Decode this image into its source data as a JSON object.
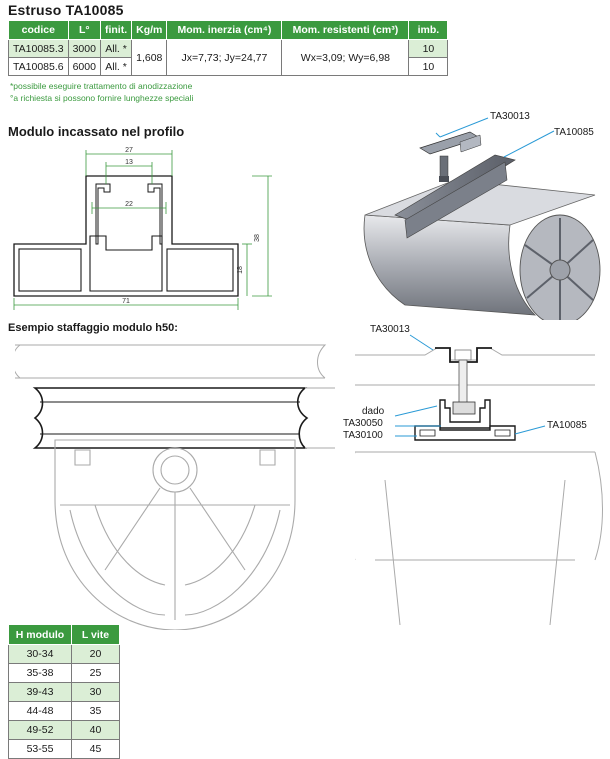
{
  "title": "Estruso TA10085",
  "spec_table": {
    "headers": [
      "codice",
      "L°",
      "finit.",
      "Kg/m",
      "Mom. inerzia (cm⁴)",
      "Mom. resistenti (cm³)",
      "imb."
    ],
    "rows": [
      {
        "codice": "TA10085.3",
        "L": "3000",
        "finit": "All. *",
        "imb": "10"
      },
      {
        "codice": "TA10085.6",
        "L": "6000",
        "finit": "All. *",
        "imb": "10"
      }
    ],
    "kgm": "1,608",
    "inerzia": "Jx=7,73; Jy=24,77",
    "resistenti": "Wx=3,09; Wy=6,98"
  },
  "notes": [
    "*possibile eseguire trattamento di anodizzazione",
    "°a richiesta si possono fornire lunghezze speciali"
  ],
  "section1_title": "Modulo incassato nel profilo",
  "section2_title": "Esempio staffaggio modulo h50:",
  "dimensions": {
    "d27": "27",
    "d13": "13",
    "d22": "22",
    "d38": "38",
    "d18": "18",
    "d71": "71"
  },
  "callouts": {
    "ta30013_top": "TA30013",
    "ta10085_top": "TA10085",
    "ta30013_bottom": "TA30013",
    "dado": "dado",
    "ta30050": "TA30050",
    "ta30100": "TA30100",
    "ta10085_bottom": "TA10085"
  },
  "vite_table": {
    "headers": [
      "H modulo",
      "L vite"
    ],
    "rows": [
      [
        "30-34",
        "20"
      ],
      [
        "35-38",
        "25"
      ],
      [
        "39-43",
        "30"
      ],
      [
        "44-48",
        "35"
      ],
      [
        "49-52",
        "40"
      ],
      [
        "53-55",
        "45"
      ]
    ]
  },
  "colors": {
    "brand_green": "#3b9a3f",
    "row_tint": "#dbeed6",
    "callout_blue": "#2a9ad6"
  }
}
